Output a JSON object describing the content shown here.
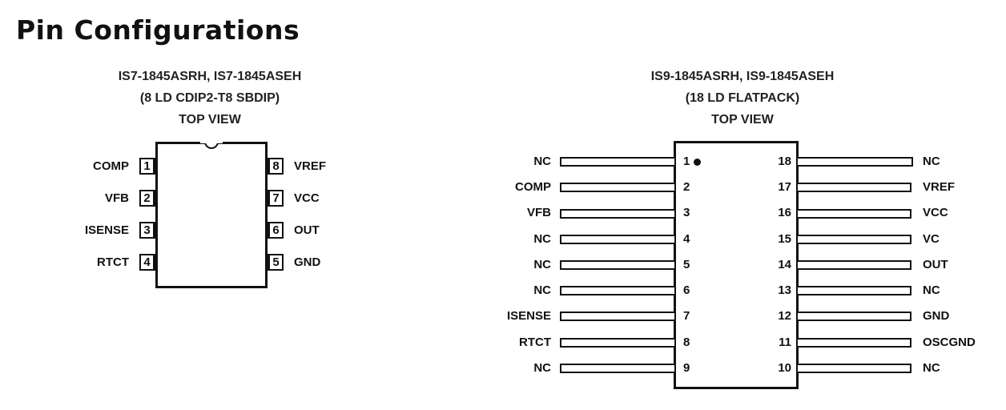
{
  "page": {
    "title": "Pin Configurations"
  },
  "dip8": {
    "header": {
      "part_numbers": "IS7-1845ASRH, IS7-1845ASEH",
      "package": "(8 LD CDIP2-T8 SBDIP)",
      "view": "TOP VIEW"
    },
    "left_pins": [
      {
        "number": "1",
        "name": "COMP"
      },
      {
        "number": "2",
        "name": "VFB"
      },
      {
        "number": "3",
        "name": "ISENSE"
      },
      {
        "number": "4",
        "name": "RTCT"
      }
    ],
    "right_pins": [
      {
        "number": "8",
        "name": "VREF"
      },
      {
        "number": "7",
        "name": "VCC"
      },
      {
        "number": "6",
        "name": "OUT"
      },
      {
        "number": "5",
        "name": "GND"
      }
    ]
  },
  "flatpack18": {
    "header": {
      "part_numbers": "IS9-1845ASRH, IS9-1845ASEH",
      "package": "(18 LD FLATPACK)",
      "view": "TOP VIEW"
    },
    "left_pins": [
      {
        "number": "1",
        "name": "NC"
      },
      {
        "number": "2",
        "name": "COMP"
      },
      {
        "number": "3",
        "name": "VFB"
      },
      {
        "number": "4",
        "name": "NC"
      },
      {
        "number": "5",
        "name": "NC"
      },
      {
        "number": "6",
        "name": "NC"
      },
      {
        "number": "7",
        "name": "ISENSE"
      },
      {
        "number": "8",
        "name": "RTCT"
      },
      {
        "number": "9",
        "name": "NC"
      }
    ],
    "right_pins": [
      {
        "number": "18",
        "name": "NC"
      },
      {
        "number": "17",
        "name": "VREF"
      },
      {
        "number": "16",
        "name": "VCC"
      },
      {
        "number": "15",
        "name": "VC"
      },
      {
        "number": "14",
        "name": "OUT"
      },
      {
        "number": "13",
        "name": "NC"
      },
      {
        "number": "12",
        "name": "GND"
      },
      {
        "number": "11",
        "name": "OSCGND"
      },
      {
        "number": "10",
        "name": "NC"
      }
    ]
  }
}
